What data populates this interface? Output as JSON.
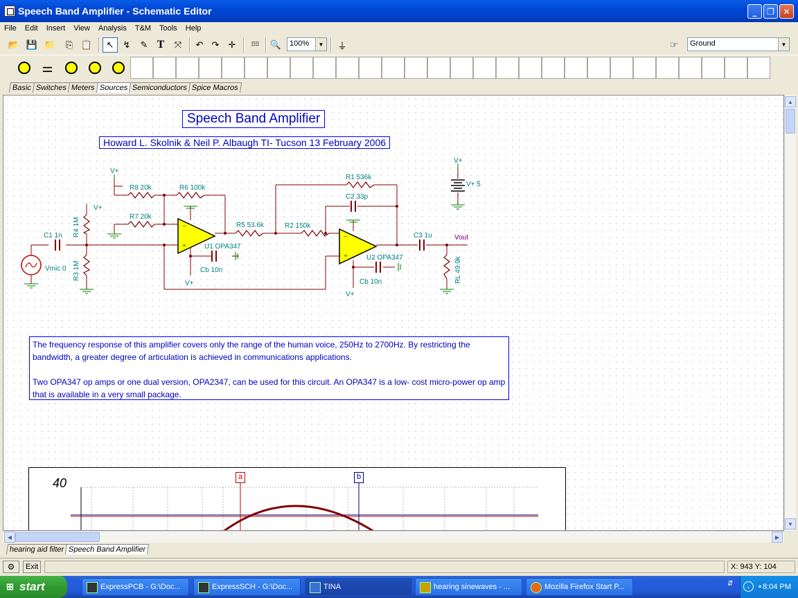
{
  "window": {
    "title": "Speech Band Amplifier - Schematic Editor"
  },
  "menu": [
    "File",
    "Edit",
    "Insert",
    "View",
    "Analysis",
    "T&M",
    "Tools",
    "Help"
  ],
  "toolbar": {
    "zoom": "100%",
    "node_select": "Ground"
  },
  "component_tabs": [
    "Basic",
    "Switches",
    "Meters",
    "Sources",
    "Semiconductors",
    "Spice Macros"
  ],
  "document_tabs": [
    "hearing aid filter",
    "Speech Band Amplifier"
  ],
  "schematic": {
    "title": "Speech Band Amplifier",
    "authors": "Howard L. Skolnik & Neil P. Albaugh  TI- Tucson  13 February 2006",
    "labels": {
      "r8": "R8 20k",
      "r6": "R6 100k",
      "r7": "R7 20k",
      "r1": "R1 536k",
      "c2": "C2 33p",
      "r5": "R5 53.6k",
      "r2": "R2 150k",
      "c1": "C1 1n",
      "r4": "R4 1M",
      "r3": "R3 1M",
      "vmic": "Vmic 0",
      "u1": "U1 OPA347",
      "cb1": "Cb 10n",
      "u2": "U2 OPA347",
      "cb2": "Cb 10n",
      "c3": "C3 1u",
      "vout": "Vout",
      "rl": "RL 49.9k",
      "vplus": "V+",
      "vplus5": "V+ 5"
    },
    "description": [
      "The frequency response of this amplifier covers only the range of the human voice, 250Hz to 2700Hz. By restricting the bandwidth, a greater degree of articulation is achieved in communications applications.",
      "Two OPA347 op amps or one dual version, OPA2347, can be used for this circuit. An OPA347 is a low- cost micro-power op amp that is available in a very small package."
    ],
    "chart": {
      "ytick_top": "40",
      "cursor_a": "a",
      "cursor_b": "b"
    }
  },
  "status": {
    "exit": "Exit",
    "coords": "X: 943  Y: 104"
  },
  "taskbar": {
    "start": "start",
    "tasks": [
      "ExpressPCB - G:\\Doc...",
      "ExpressSCH - G:\\Doc...",
      "TINA",
      "hearing sinewaves - ...",
      "Mozilla Firefox Start P..."
    ],
    "clock": "8:04 PM"
  }
}
